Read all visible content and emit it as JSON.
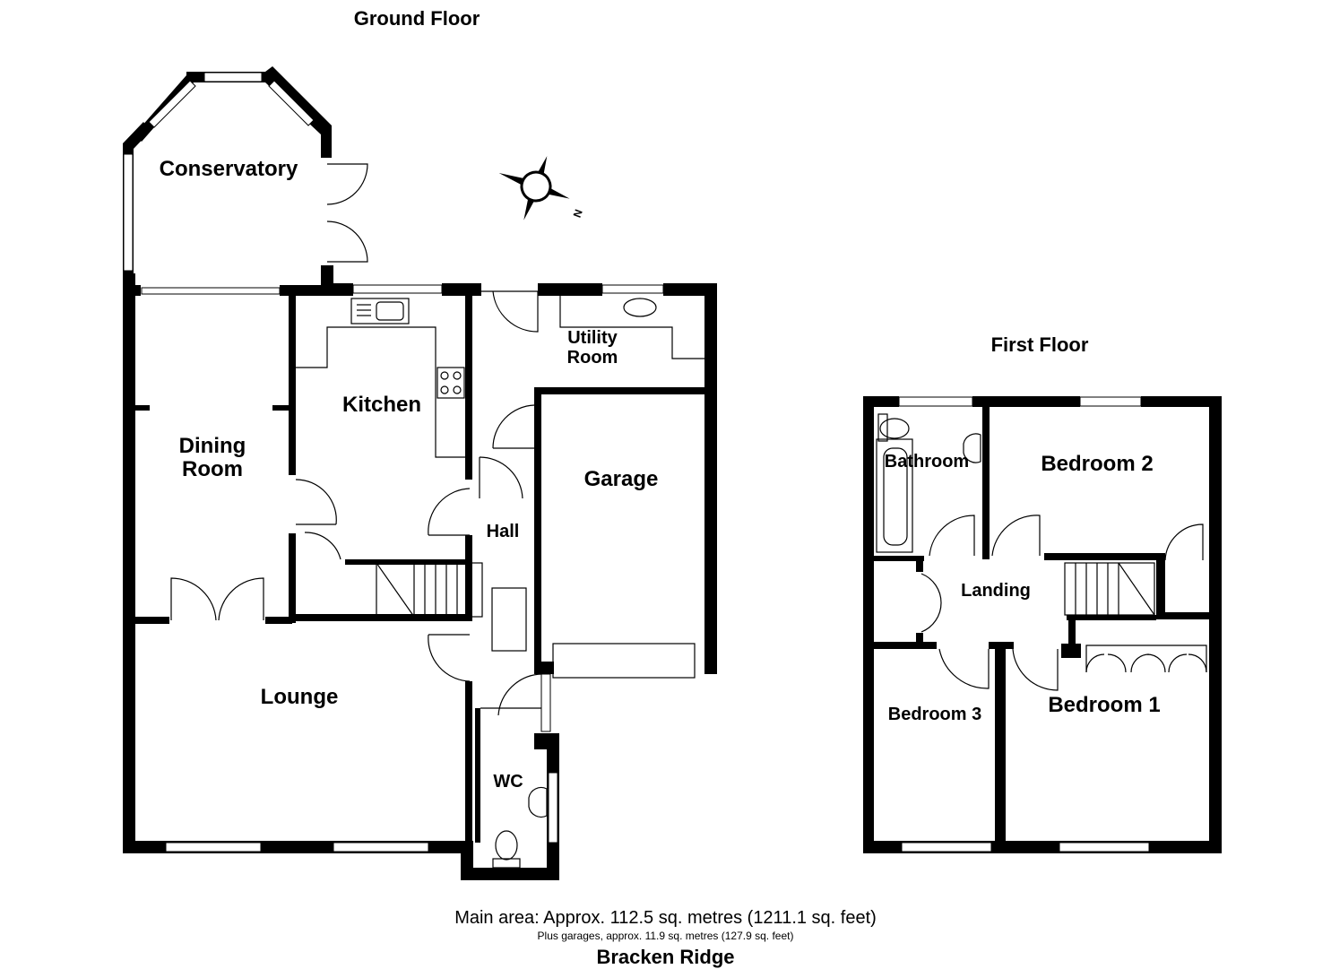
{
  "floors": {
    "ground": {
      "title": "Ground Floor",
      "rooms": {
        "conservatory": "Conservatory",
        "dining_line1": "Dining",
        "dining_line2": "Room",
        "kitchen": "Kitchen",
        "utility_line1": "Utility",
        "utility_line2": "Room",
        "garage": "Garage",
        "hall": "Hall",
        "lounge": "Lounge",
        "wc": "WC"
      }
    },
    "first": {
      "title": "First Floor",
      "rooms": {
        "bathroom": "Bathroom",
        "bedroom2": "Bedroom 2",
        "landing": "Landing",
        "bedroom3": "Bedroom 3",
        "bedroom1": "Bedroom 1"
      }
    }
  },
  "compass": {
    "label": "N",
    "icon": "compass-rose-icon"
  },
  "footer": {
    "main_area": "Main area: Approx. 112.5 sq. metres (1211.1 sq. feet)",
    "garage_area": "Plus garages, approx. 11.9 sq. metres (127.9 sq. feet)",
    "address": "Bracken Ridge"
  }
}
